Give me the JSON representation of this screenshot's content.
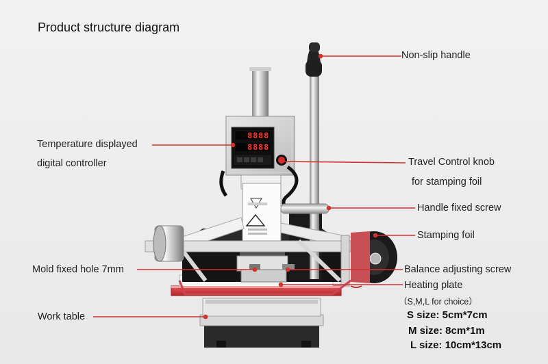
{
  "title": "Product structure diagram",
  "labels": {
    "handle": "Non-slip handle",
    "temp1": "Temperature displayed",
    "temp2": "digital controller",
    "travel1": "Travel Control knob",
    "travel2": "for stamping foil",
    "fixed_screw": "Handle fixed screw",
    "foil": "Stamping foil",
    "mold": "Mold fixed hole 7mm",
    "balance": "Balance adjusting screw",
    "heating": "Heating plate",
    "heating_note": "（S,M,L for choice）",
    "work_table": "Work table"
  },
  "sizes": {
    "s": "S size: 5cm*7cm",
    "m": "M size: 8cm*1m",
    "l": "L size: 10cm*13cm"
  },
  "controller": {
    "display_top": "8888",
    "display_bottom": "8888"
  },
  "colors": {
    "leader_line": "#d0322e",
    "frame_red": "#c9282c",
    "body_white": "#f5f5f5",
    "body_black": "#1c1c1c",
    "led_red": "#ff3b2f"
  }
}
